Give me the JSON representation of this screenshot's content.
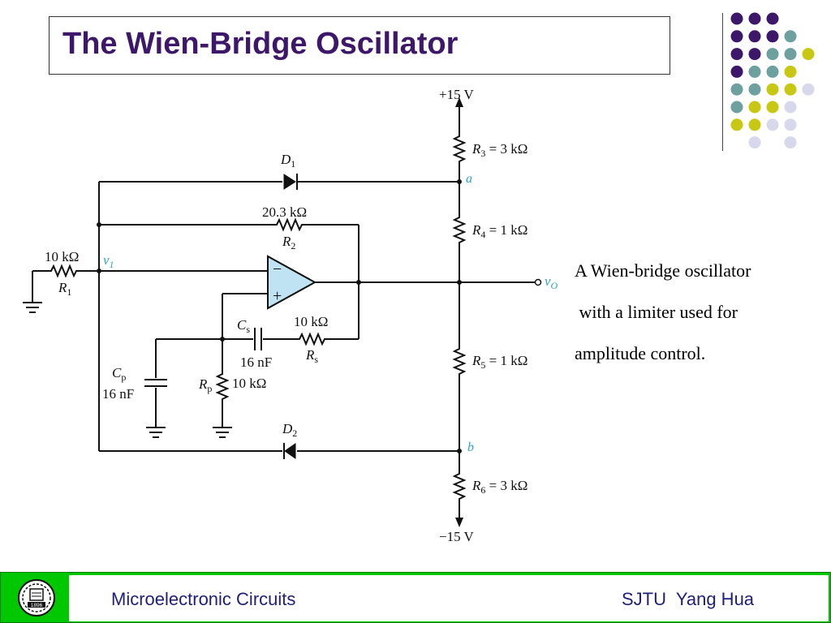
{
  "slide": {
    "title": "The Wien-Bridge Oscillator"
  },
  "caption": {
    "lines": [
      "A Wien-bridge oscillator",
      " with a limiter used for",
      "amplitude control."
    ]
  },
  "footer": {
    "left_text": "Microelectronic Circuits",
    "right_text": "SJTU  Yang Hua",
    "logo_text": "1896"
  },
  "circuit": {
    "supply_pos": "+15 V",
    "supply_neg": "−15 V",
    "node_a": "a",
    "node_b": "b",
    "node_v1": "v",
    "node_v1_sub": "1",
    "node_vo": "v",
    "node_vo_sub": "O",
    "R3": {
      "name": "R",
      "sub": "3",
      "value": " = 3 kΩ"
    },
    "R4": {
      "name": "R",
      "sub": "4",
      "value": " = 1 kΩ"
    },
    "R5": {
      "name": "R",
      "sub": "5",
      "value": " = 1 kΩ"
    },
    "R6": {
      "name": "R",
      "sub": "6",
      "value": " = 3 kΩ"
    },
    "R1": {
      "value": "10 kΩ",
      "name": "R",
      "sub": "1"
    },
    "R2": {
      "value": "20.3 kΩ",
      "name": "R",
      "sub": "2"
    },
    "Rs": {
      "value": "10 kΩ",
      "name": "R",
      "sub": "s"
    },
    "Rp": {
      "value": "10 kΩ",
      "name": "R",
      "sub": "p"
    },
    "Cs": {
      "name": "C",
      "sub": "s",
      "value": "16 nF"
    },
    "Cp": {
      "name": "C",
      "sub": "p",
      "value": "16 nF"
    },
    "D1": {
      "name": "D",
      "sub": "1"
    },
    "D2": {
      "name": "D",
      "sub": "2"
    },
    "opamp_minus": "−",
    "opamp_plus": "+"
  },
  "colors": {
    "title": "#3d1769",
    "dot_purple": "#3d1769",
    "dot_teal": "#6fa0a0",
    "dot_yellow": "#c8c814",
    "dot_lavender": "#d8d8ec",
    "footer_green": "#00c800",
    "footer_text": "#1f1f7a",
    "node_label_blue": "#2aa7c9",
    "opamp_fill": "#bfe3f2"
  },
  "decor": {
    "dot_grid": [
      [
        "purple",
        "purple",
        "purple",
        ""
      ],
      [
        "purple",
        "purple",
        "purple",
        "teal"
      ],
      [
        "purple",
        "purple",
        "teal",
        "teal",
        "yellow"
      ],
      [
        "purple",
        "teal",
        "teal",
        "yellow"
      ],
      [
        "teal",
        "teal",
        "yellow",
        "yellow",
        "lavender"
      ],
      [
        "teal",
        "yellow",
        "yellow",
        "lavender"
      ],
      [
        "yellow",
        "yellow",
        "lavender",
        "lavender"
      ],
      [
        "",
        "lavender",
        "",
        "lavender"
      ]
    ]
  }
}
